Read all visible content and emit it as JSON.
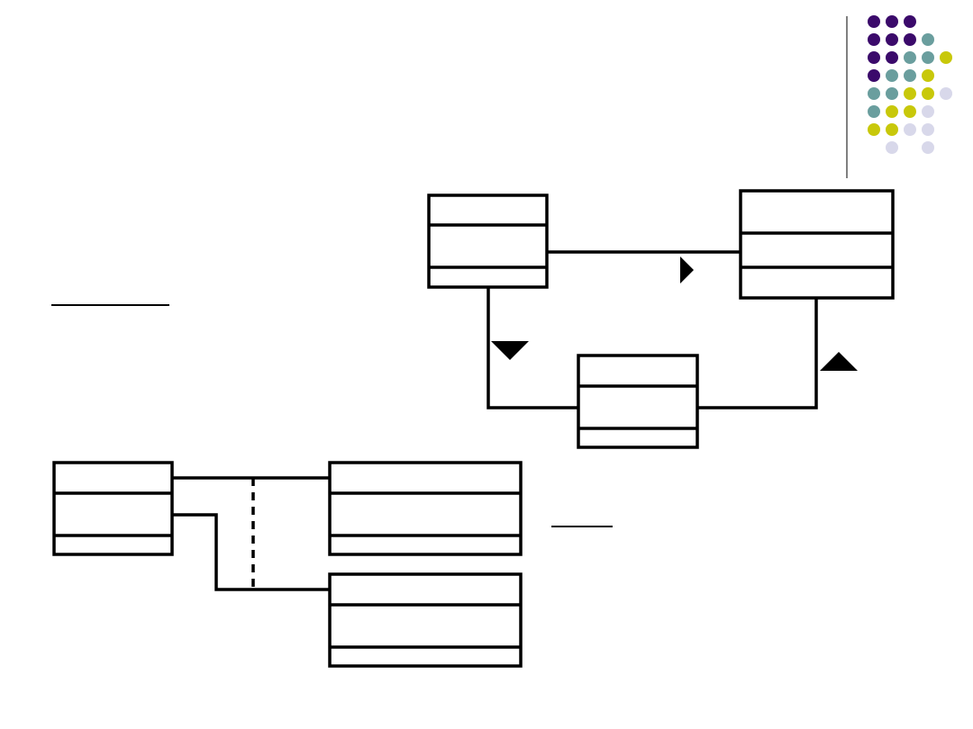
{
  "palette": {
    "purple": "#3b0a6b",
    "teal": "#6a9e9e",
    "yellow": "#c8c80a",
    "lavender": "#d8d8ea",
    "line": "#000000",
    "background": "#ffffff"
  },
  "decor": {
    "dot_grid": [
      [
        "purple",
        "purple",
        "purple",
        "",
        ""
      ],
      [
        "purple",
        "purple",
        "purple",
        "teal",
        ""
      ],
      [
        "purple",
        "purple",
        "teal",
        "teal",
        "yellow"
      ],
      [
        "purple",
        "teal",
        "teal",
        "yellow",
        ""
      ],
      [
        "teal",
        "teal",
        "yellow",
        "yellow",
        "lavender"
      ],
      [
        "teal",
        "yellow",
        "yellow",
        "lavender",
        ""
      ],
      [
        "yellow",
        "yellow",
        "lavender",
        "lavender",
        ""
      ],
      [
        "",
        "lavender",
        "",
        "lavender",
        ""
      ]
    ]
  },
  "diagram": {
    "classes": [
      {
        "id": "class-box-top-left",
        "compartments": 3
      },
      {
        "id": "class-box-top-right",
        "compartments": 3
      },
      {
        "id": "class-box-middle",
        "compartments": 3
      },
      {
        "id": "class-box-bottom-left",
        "compartments": 3
      },
      {
        "id": "class-box-bottom-right-upper",
        "compartments": 3
      },
      {
        "id": "class-box-bottom-right-lower",
        "compartments": 3
      }
    ],
    "associations": [
      {
        "from": "class-box-top-left",
        "to": "class-box-top-right",
        "arrow": "right"
      },
      {
        "from": "class-box-top-left",
        "to": "class-box-middle",
        "arrow": "down"
      },
      {
        "from": "class-box-middle",
        "to": "class-box-top-right",
        "arrow": "up"
      },
      {
        "from": "class-box-bottom-left",
        "to": "class-box-bottom-right-upper",
        "arrow": ""
      },
      {
        "from": "class-box-bottom-left",
        "to": "class-box-bottom-right-lower",
        "arrow": ""
      }
    ],
    "dependency": {
      "style": "dashed",
      "joins": [
        "association-3",
        "association-4"
      ]
    }
  }
}
